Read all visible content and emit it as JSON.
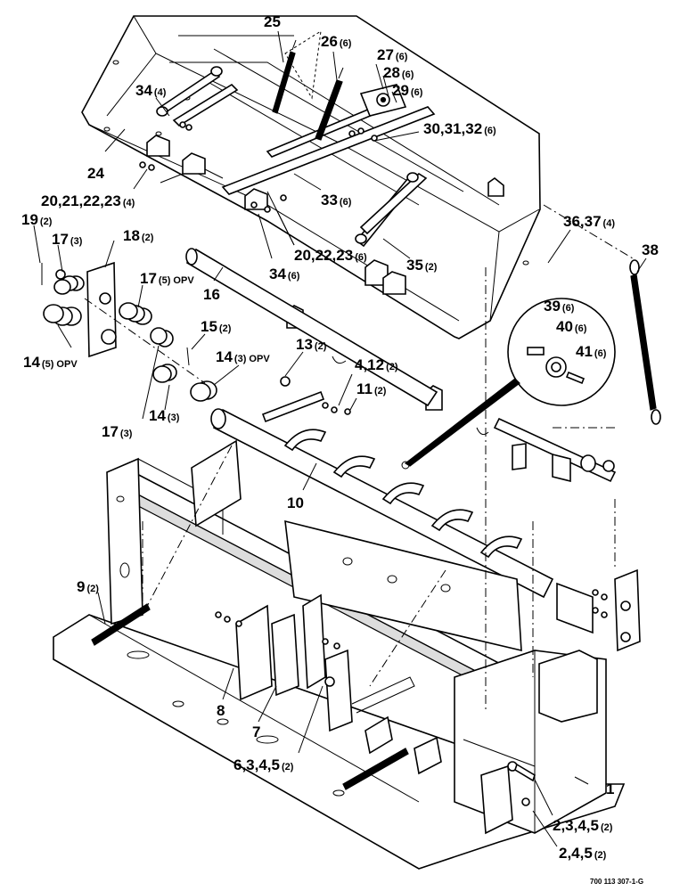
{
  "callouts": [
    {
      "id": "c25",
      "num": "25",
      "qty": ""
    },
    {
      "id": "c26",
      "num": "26",
      "qty": "(6)"
    },
    {
      "id": "c27",
      "num": "27",
      "qty": "(6)"
    },
    {
      "id": "c28",
      "num": "28",
      "qty": "(6)"
    },
    {
      "id": "c29",
      "num": "29",
      "qty": "(6)"
    },
    {
      "id": "c34a",
      "num": "34",
      "qty": "(4)"
    },
    {
      "id": "c30",
      "num": "30,31,32",
      "qty": "(6)"
    },
    {
      "id": "c24",
      "num": "24",
      "qty": ""
    },
    {
      "id": "c20a",
      "num": "20,21,22,23",
      "qty": "(4)"
    },
    {
      "id": "c33",
      "num": "33",
      "qty": "(6)"
    },
    {
      "id": "c36",
      "num": "36,37",
      "qty": "(4)"
    },
    {
      "id": "c38",
      "num": "38",
      "qty": ""
    },
    {
      "id": "c19",
      "num": "19",
      "qty": "(2)"
    },
    {
      "id": "c17a",
      "num": "17",
      "qty": "(3)"
    },
    {
      "id": "c18",
      "num": "18",
      "qty": "(2)"
    },
    {
      "id": "c20b",
      "num": "20,22,23",
      "qty": "(6)"
    },
    {
      "id": "c35",
      "num": "35",
      "qty": "(2)"
    },
    {
      "id": "c17b",
      "num": "17",
      "qty": "(5) OPV"
    },
    {
      "id": "c34b",
      "num": "34",
      "qty": "(6)"
    },
    {
      "id": "c16",
      "num": "16",
      "qty": ""
    },
    {
      "id": "c39",
      "num": "39",
      "qty": "(6)"
    },
    {
      "id": "c40",
      "num": "40",
      "qty": "(6)"
    },
    {
      "id": "c41",
      "num": "41",
      "qty": "(6)"
    },
    {
      "id": "c15",
      "num": "15",
      "qty": "(2)"
    },
    {
      "id": "c13",
      "num": "13",
      "qty": "(2)"
    },
    {
      "id": "c14a",
      "num": "14",
      "qty": "(5) OPV"
    },
    {
      "id": "c14b",
      "num": "14",
      "qty": "(3) OPV"
    },
    {
      "id": "c412",
      "num": "4,12",
      "qty": "(2)"
    },
    {
      "id": "c11",
      "num": "11",
      "qty": "(2)"
    },
    {
      "id": "c14c",
      "num": "14",
      "qty": "(3)"
    },
    {
      "id": "c17c",
      "num": "17",
      "qty": "(3)"
    },
    {
      "id": "c10",
      "num": "10",
      "qty": ""
    },
    {
      "id": "c9",
      "num": "9",
      "qty": "(2)"
    },
    {
      "id": "c8",
      "num": "8",
      "qty": ""
    },
    {
      "id": "c7",
      "num": "7",
      "qty": ""
    },
    {
      "id": "c6",
      "num": "6,3,4,5",
      "qty": "(2)"
    },
    {
      "id": "c1",
      "num": "1",
      "qty": ""
    },
    {
      "id": "c2345",
      "num": "2,3,4,5",
      "qty": "(2)"
    },
    {
      "id": "c245",
      "num": "2,4,5",
      "qty": "(2)"
    }
  ],
  "drawing_code": "700 113 307-1-G"
}
